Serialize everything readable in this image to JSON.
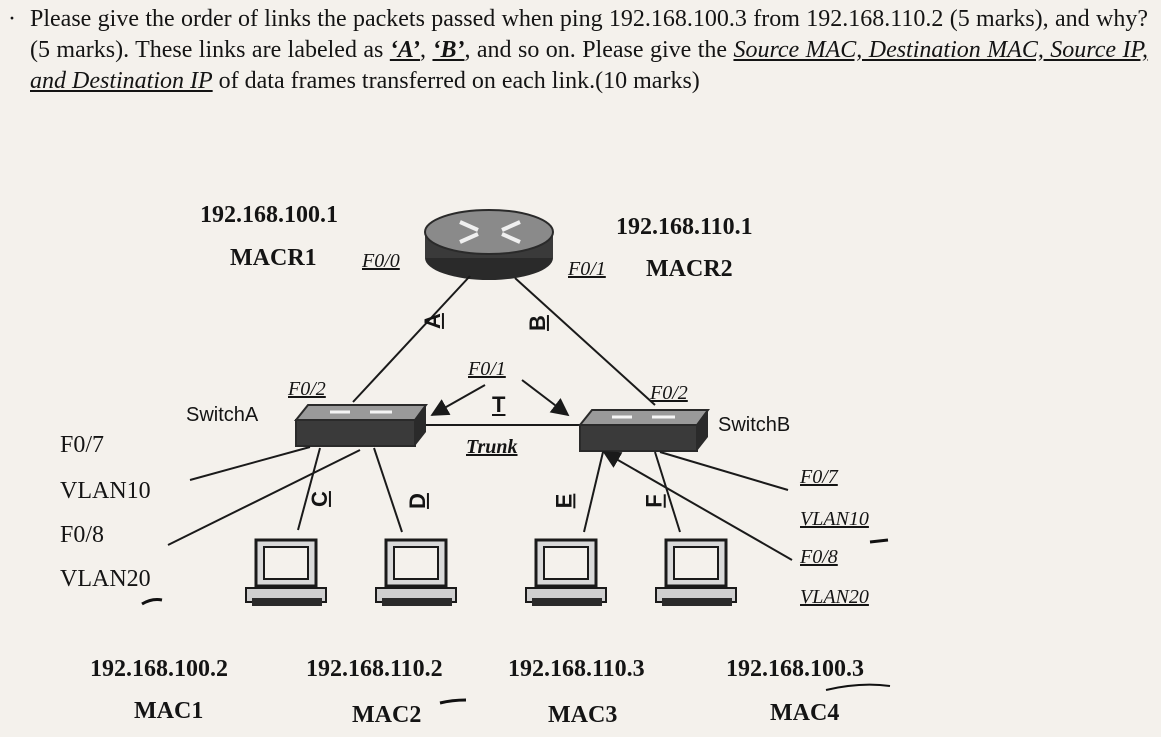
{
  "question": {
    "bullet": "·",
    "part1": "Please give the order of links the packets passed when ping 192.168.100.3 from 192.168.110.2 (5 marks), and why? (5 marks). These links are labeled as ",
    "link_a": "‘A’",
    "sep1": ", ",
    "link_b": "‘B’",
    "part2": ", and so on. Please give the ",
    "fields": "Source MAC, Destination MAC, Source IP, and Destination IP",
    "part3": " of data frames transferred on each link.(10 marks)"
  },
  "router": {
    "left_ip": "192.168.100.1",
    "left_mac": "MACR1",
    "left_port": "F0/0",
    "right_ip": "192.168.110.1",
    "right_mac": "MACR2",
    "right_port": "F0/1"
  },
  "links": {
    "a": "A",
    "b": "B",
    "t": "T",
    "trunk": "Trunk",
    "c": "C",
    "d": "D",
    "e": "E",
    "f": "F"
  },
  "switch_a": {
    "name": "SwitchA",
    "uplink_port": "F0/2",
    "port7": "F0/7",
    "vlan10": "VLAN10",
    "port8": "F0/8",
    "vlan20": "VLAN20"
  },
  "switch_b": {
    "name": "SwitchB",
    "uplink_port": "F0/2",
    "trunk_port": "F0/1",
    "port7": "F0/7",
    "vlan10": "VLAN10",
    "port8": "F0/8",
    "vlan20": "VLAN20"
  },
  "hosts": [
    {
      "ip": "192.168.100.2",
      "mac": "MAC1"
    },
    {
      "ip": "192.168.110.2",
      "mac": "MAC2"
    },
    {
      "ip": "192.168.110.3",
      "mac": "MAC3"
    },
    {
      "ip": "192.168.100.3",
      "mac": "MAC4"
    }
  ]
}
